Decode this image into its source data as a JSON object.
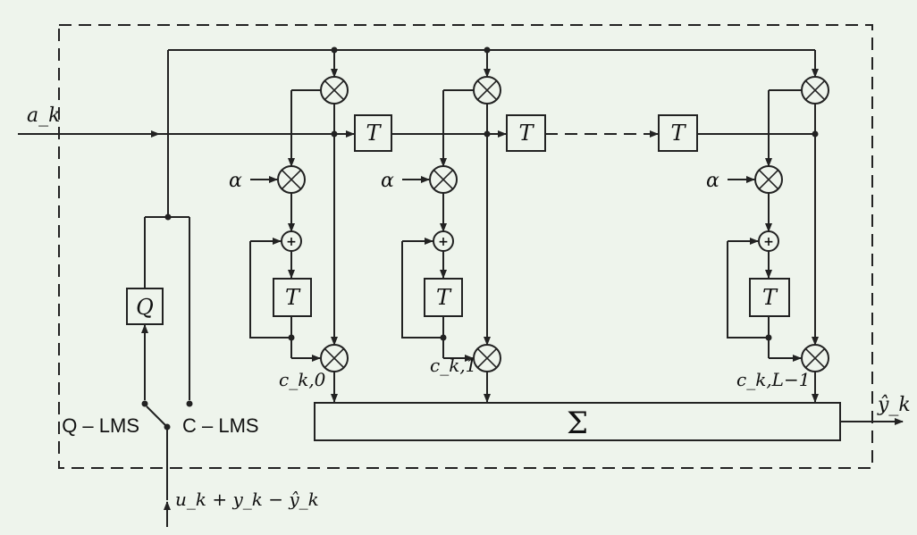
{
  "diagram": {
    "input_label": "a_k",
    "output_label": "ŷ_k",
    "feedback_label": "u_k + y_k − ŷ_k",
    "step_size_label": "α",
    "delay_label": "T",
    "quantizer_label": "Q",
    "sum_label": "Σ",
    "switch_left_label": "Q – LMS",
    "switch_right_label": "C – LMS",
    "coefficients": [
      "c_k,0",
      "c_k,1",
      "c_k,L−1"
    ]
  }
}
